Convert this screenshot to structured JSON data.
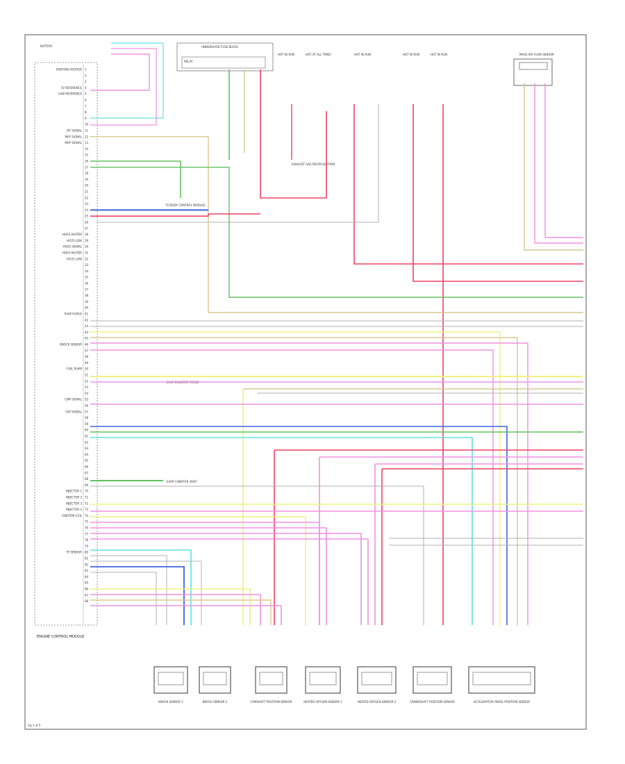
{
  "diagram": {
    "page_label": "Fig 1 of 5",
    "ecm_title": "ENGINE CONTROL MODULE",
    "top_labels": {
      "alt_fuse": "BATTERY",
      "panel_title": "UNDERHOOD FUSE BLOCK",
      "relay_label": "RELAY",
      "fuse_a": "HOT IN RUN",
      "fuse_b": "HOT AT ALL TIMES",
      "fuse_c": "HOT IN RUN",
      "fuse_d": "HOT IN RUN",
      "fuse_e": "HOT IN RUN",
      "right_sensor": "MASS AIR FLOW SENSOR"
    },
    "ecm_pins": [
      "IGNITION VOLTAGE",
      "",
      "",
      "5V REFERENCE",
      "LOW REFERENCE",
      "",
      "",
      "",
      "",
      "",
      "IAT SIGNAL",
      "MAF SIGNAL",
      "MAP SIGNAL",
      "",
      "",
      "",
      "",
      "",
      "",
      "",
      "",
      "",
      "",
      "",
      "",
      "",
      "",
      "HO2S HEATER",
      "HO2S LOW",
      "HO2S SIGNAL",
      "HO2S HEATER",
      "HO2S LOW",
      "",
      "",
      "",
      "",
      "",
      "",
      "",
      "",
      "EVAP PURGE",
      "",
      "",
      "",
      "",
      "KNOCK SENSOR",
      "",
      "",
      "",
      "FUEL PUMP",
      "",
      "",
      "",
      "",
      "CMP SIGNAL",
      "",
      "CKP SIGNAL",
      "",
      "",
      "",
      "",
      "",
      "",
      "",
      "",
      "",
      "",
      "",
      "",
      "INJECTOR 1",
      "INJECTOR 2",
      "INJECTOR 3",
      "INJECTOR 4",
      "IGNITION COIL",
      "",
      "",
      "",
      "",
      "",
      "TP SENSOR",
      "",
      "",
      "",
      "",
      "",
      "",
      "",
      ""
    ],
    "components": [
      {
        "label": "KNOCK SENSOR 1"
      },
      {
        "label": "KNOCK SENSOR 2"
      },
      {
        "label": "CAMSHAFT POSITION SENSOR"
      },
      {
        "label": "HEATED OXYGEN SENSOR 1"
      },
      {
        "label": "HEATED OXYGEN SENSOR 2"
      },
      {
        "label": "CRANKSHAFT POSITION SENSOR"
      },
      {
        "label": "ACCELERATOR PEDAL POSITION SENSOR"
      }
    ],
    "notes": {
      "n1": "EXHAUST GAS RECIRCULATION",
      "n2": "TO BODY CONTROL MODULE",
      "n3": "EVAP CANISTER PURGE",
      "n4": "EVAP CANISTER VENT"
    },
    "colors": {
      "pink": "#f090e0",
      "cyan": "#60e0e0",
      "green": "#60c060",
      "red": "#f04060",
      "tan": "#d8c890",
      "yellow": "#f0f080",
      "blue": "#4060e0",
      "gray": "#b0b0b0"
    }
  }
}
